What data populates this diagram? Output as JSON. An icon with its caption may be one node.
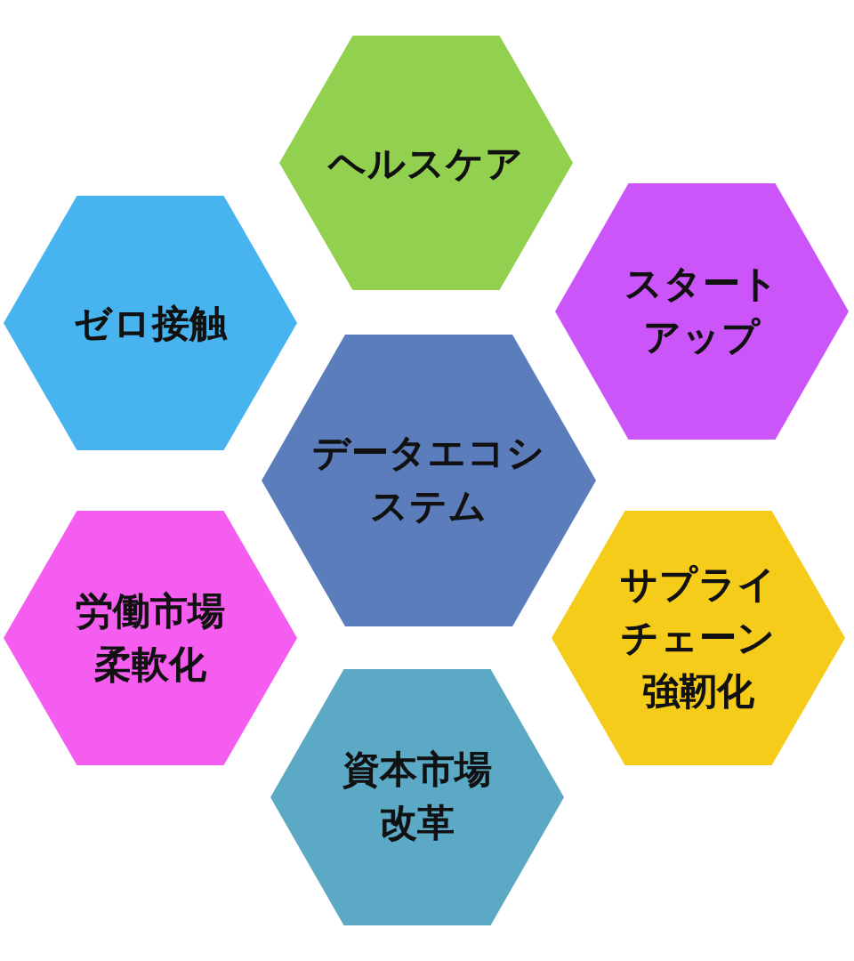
{
  "diagram": {
    "nodes": [
      {
        "text": [
          "ヘルスケア"
        ]
      },
      {
        "text": [
          "ゼロ接触"
        ]
      },
      {
        "text": [
          "スタートアップ"
        ]
      },
      {
        "text": [
          "データエコシステム"
        ]
      },
      {
        "text": [
          "労働市場柔軟化"
        ]
      },
      {
        "text": [
          "サプライチェーン強靭化"
        ]
      },
      {
        "text": [
          "資本市場改革"
        ]
      }
    ],
    "edges": []
  }
}
